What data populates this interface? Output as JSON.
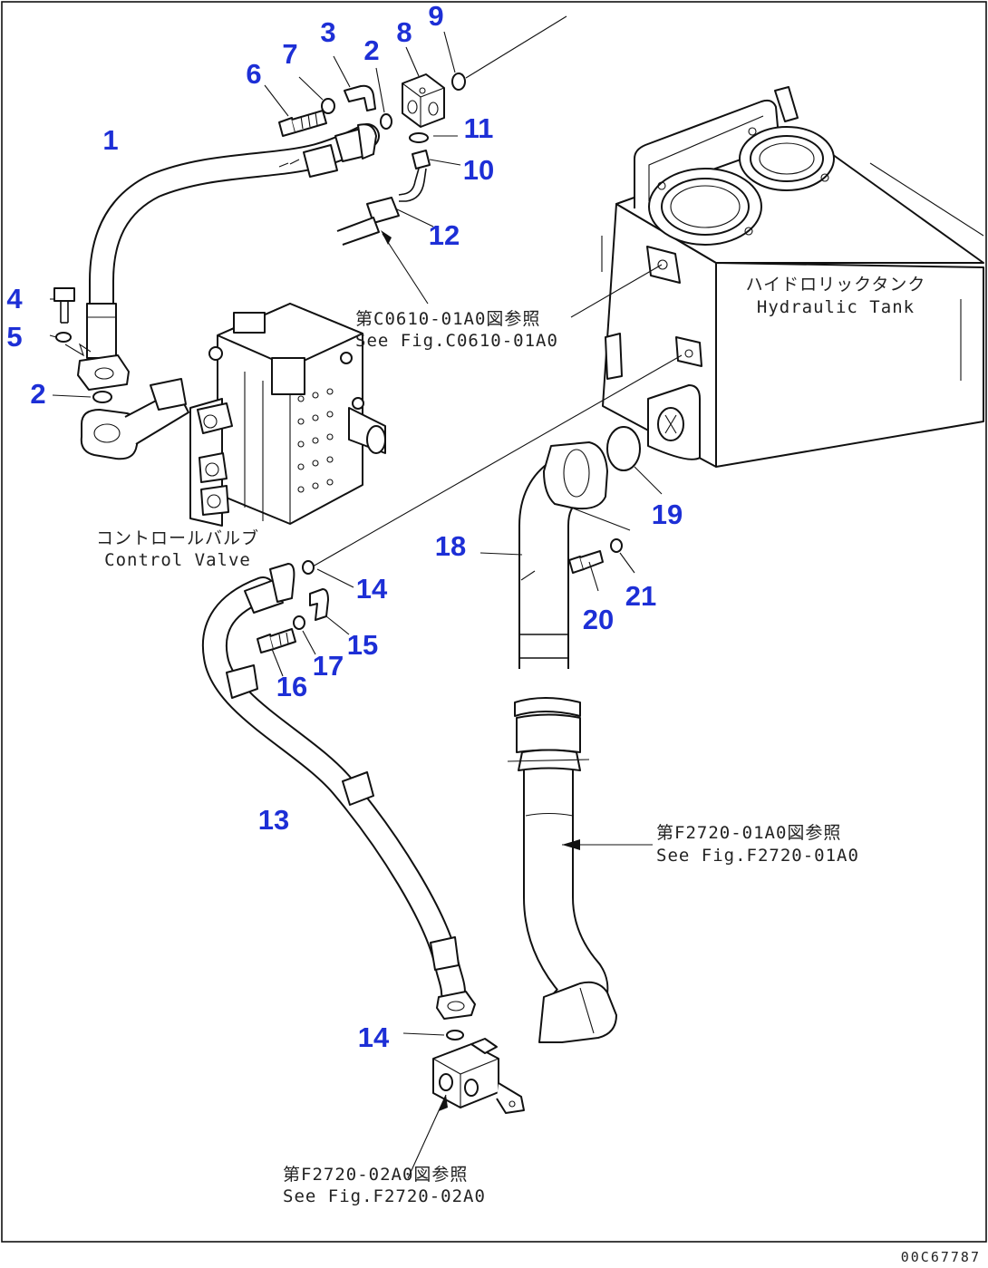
{
  "callouts": {
    "c1": "1",
    "c2a": "2",
    "c2b": "2",
    "c3": "3",
    "c4": "4",
    "c5": "5",
    "c6": "6",
    "c7": "7",
    "c8": "8",
    "c9": "9",
    "c10": "10",
    "c11": "11",
    "c12": "12",
    "c13": "13",
    "c14a": "14",
    "c14b": "14",
    "c15": "15",
    "c16": "16",
    "c17": "17",
    "c18": "18",
    "c19": "19",
    "c20": "20",
    "c21": "21"
  },
  "labels": {
    "tank_jp": "ハイドロリックタンク",
    "tank_en": "Hydraulic Tank",
    "valve_jp": "コントロールバルブ",
    "valve_en": "Control Valve"
  },
  "references": {
    "c0610_jp": "第C0610-01A0図参照",
    "c0610_en": "See Fig.C0610-01A0",
    "f2720_01_jp": "第F2720-01A0図参照",
    "f2720_01_en": "See Fig.F2720-01A0",
    "f2720_02_jp": "第F2720-02A0図参照",
    "f2720_02_en": "See Fig.F2720-02A0"
  },
  "drawing_code": "00C67787"
}
